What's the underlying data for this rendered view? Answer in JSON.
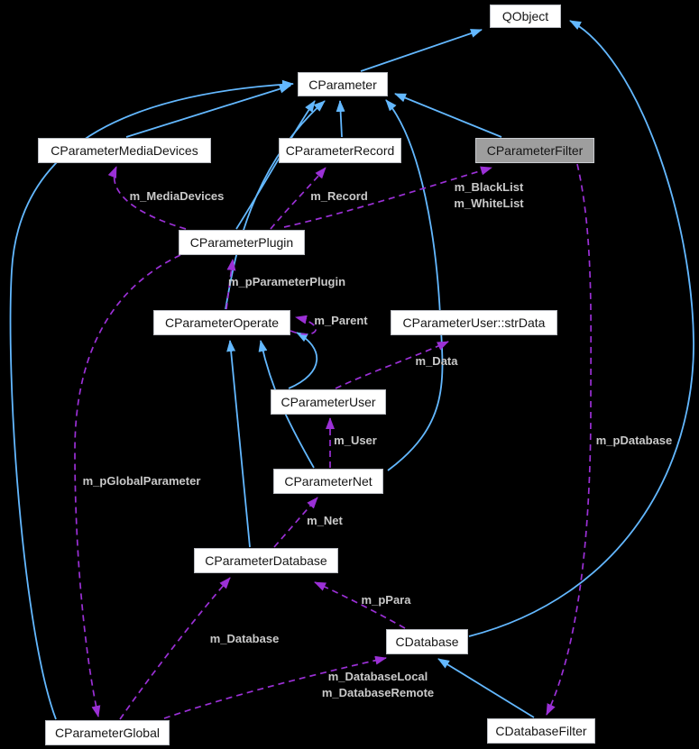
{
  "diagram": {
    "kind": "collaboration-graph",
    "highlighted_node": "CParameterFilter",
    "colors": {
      "background": "#000000",
      "inheritance_edge": "#63b8ff",
      "usage_edge": "#9b30d6",
      "node_background": "#ffffff",
      "node_border": "#b9bcc2",
      "highlight_background": "#9e9e9e",
      "node_text": "#151515",
      "edge_label_text": "#c9c9c9"
    },
    "nodes": [
      {
        "id": "qobject",
        "label": "QObject"
      },
      {
        "id": "cparameter",
        "label": "CParameter"
      },
      {
        "id": "mediadevices",
        "label": "CParameterMediaDevices"
      },
      {
        "id": "record",
        "label": "CParameterRecord"
      },
      {
        "id": "filter",
        "label": "CParameterFilter"
      },
      {
        "id": "plugin",
        "label": "CParameterPlugin"
      },
      {
        "id": "operate",
        "label": "CParameterOperate"
      },
      {
        "id": "strdata",
        "label": "CParameterUser::strData"
      },
      {
        "id": "user",
        "label": "CParameterUser"
      },
      {
        "id": "net",
        "label": "CParameterNet"
      },
      {
        "id": "paramdb",
        "label": "CParameterDatabase"
      },
      {
        "id": "cdatabase",
        "label": "CDatabase"
      },
      {
        "id": "global",
        "label": "CParameterGlobal"
      },
      {
        "id": "dbfilter",
        "label": "CDatabaseFilter"
      }
    ],
    "edges": [
      {
        "from": "CParameter",
        "to": "QObject",
        "type": "inheritance"
      },
      {
        "from": "CDatabase",
        "to": "QObject",
        "type": "inheritance"
      },
      {
        "from": "CParameterMediaDevices",
        "to": "CParameter",
        "type": "inheritance"
      },
      {
        "from": "CParameterRecord",
        "to": "CParameter",
        "type": "inheritance"
      },
      {
        "from": "CParameterFilter",
        "to": "CParameter",
        "type": "inheritance"
      },
      {
        "from": "CParameterPlugin",
        "to": "CParameter",
        "type": "inheritance"
      },
      {
        "from": "CParameterOperate",
        "to": "CParameter",
        "type": "inheritance"
      },
      {
        "from": "CParameterUser",
        "to": "CParameterOperate",
        "type": "inheritance"
      },
      {
        "from": "CParameterNet",
        "to": "CParameterOperate",
        "type": "inheritance"
      },
      {
        "from": "CParameterDatabase",
        "to": "CParameterOperate",
        "type": "inheritance"
      },
      {
        "from": "CParameterNet",
        "to": "CParameter",
        "type": "inheritance"
      },
      {
        "from": "CParameterGlobal",
        "to": "CParameter",
        "type": "inheritance"
      },
      {
        "from": "CDatabaseFilter",
        "to": "CDatabase",
        "type": "inheritance"
      },
      {
        "from": "CParameterPlugin",
        "to": "CParameterMediaDevices",
        "type": "usage",
        "label": "m_MediaDevices"
      },
      {
        "from": "CParameterPlugin",
        "to": "CParameterRecord",
        "type": "usage",
        "label": "m_Record"
      },
      {
        "from": "CParameterPlugin",
        "to": "CParameterFilter",
        "type": "usage",
        "label": "m_BlackList\nm_WhiteList"
      },
      {
        "from": "CParameterOperate",
        "to": "CParameterPlugin",
        "type": "usage",
        "label": "m_pParameterPlugin"
      },
      {
        "from": "CParameterOperate",
        "to": "CParameterOperate",
        "type": "usage",
        "label": "m_Parent"
      },
      {
        "from": "CParameterUser",
        "to": "CParameterUser::strData",
        "type": "usage",
        "label": "m_Data"
      },
      {
        "from": "CParameterNet",
        "to": "CParameterUser",
        "type": "usage",
        "label": "m_User"
      },
      {
        "from": "CParameterDatabase",
        "to": "CParameterNet",
        "type": "usage",
        "label": "m_Net"
      },
      {
        "from": "CParameterGlobal",
        "to": "CParameterDatabase",
        "type": "usage",
        "label": "m_Database"
      },
      {
        "from": "CDatabase",
        "to": "CParameterDatabase",
        "type": "usage",
        "label": "m_pPara"
      },
      {
        "from": "CParameterGlobal",
        "to": "CDatabase",
        "type": "usage",
        "label": "m_DatabaseLocal\nm_DatabaseRemote"
      },
      {
        "from": "CParameterPlugin",
        "to": "CParameterGlobal",
        "type": "usage",
        "label": "m_pGlobalParameter"
      },
      {
        "from": "CParameterFilter",
        "to": "CDatabaseFilter",
        "type": "usage",
        "label": "m_pDatabase"
      }
    ]
  }
}
